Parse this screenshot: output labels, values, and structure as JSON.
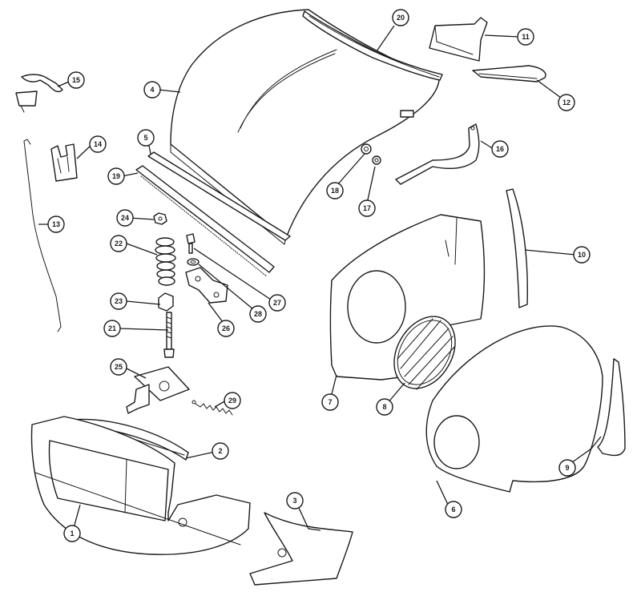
{
  "callouts": [
    {
      "id": "c1",
      "label": "1"
    },
    {
      "id": "c2",
      "label": "2"
    },
    {
      "id": "c3",
      "label": "3"
    },
    {
      "id": "c4",
      "label": "4"
    },
    {
      "id": "c5",
      "label": "5"
    },
    {
      "id": "c6",
      "label": "6"
    },
    {
      "id": "c7",
      "label": "7"
    },
    {
      "id": "c8",
      "label": "8"
    },
    {
      "id": "c9",
      "label": "9"
    },
    {
      "id": "c10",
      "label": "10"
    },
    {
      "id": "c11",
      "label": "11"
    },
    {
      "id": "c12",
      "label": "12"
    },
    {
      "id": "c13",
      "label": "13"
    },
    {
      "id": "c14",
      "label": "14"
    },
    {
      "id": "c15",
      "label": "15"
    },
    {
      "id": "c16",
      "label": "16"
    },
    {
      "id": "c17",
      "label": "17"
    },
    {
      "id": "c18",
      "label": "18"
    },
    {
      "id": "c19",
      "label": "19"
    },
    {
      "id": "c20",
      "label": "20"
    },
    {
      "id": "c21",
      "label": "21"
    },
    {
      "id": "c22",
      "label": "22"
    },
    {
      "id": "c23",
      "label": "23"
    },
    {
      "id": "c24",
      "label": "24"
    },
    {
      "id": "c25",
      "label": "25"
    },
    {
      "id": "c26",
      "label": "26"
    },
    {
      "id": "c27",
      "label": "27"
    },
    {
      "id": "c28",
      "label": "28"
    },
    {
      "id": "c29",
      "label": "29"
    }
  ]
}
